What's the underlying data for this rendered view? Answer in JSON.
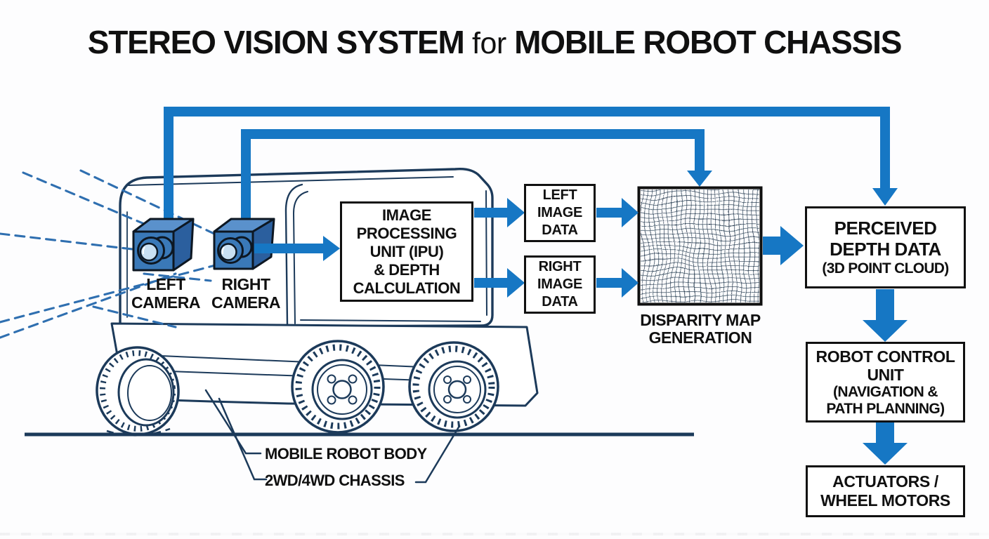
{
  "title": {
    "part1": "STEREO VISION SYSTEM",
    "connector": " for ",
    "part2": "MOBILE ROBOT CHASSIS"
  },
  "cameras": {
    "left_label": "LEFT\nCAMERA",
    "right_label": "RIGHT\nCAMERA"
  },
  "boxes": {
    "ipu": "IMAGE\nPROCESSING\nUNIT (IPU)\n& DEPTH\nCALCULATION",
    "left_image": "LEFT\nIMAGE\nDATA",
    "right_image": "RIGHT\nIMAGE\nDATA",
    "perceived_main": "PERCEIVED\nDEPTH DATA",
    "perceived_sub": "(3D POINT CLOUD)",
    "control_main": "ROBOT CONTROL\nUNIT",
    "control_sub": "(NAVIGATION &\nPATH PLANNING)",
    "actuators": "ACTUATORS /\nWHEEL MOTORS"
  },
  "captions": {
    "disparity": "DISPARITY MAP\nGENERATION",
    "body_label": "MOBILE ROBOT BODY",
    "chassis_label": "2WD/4WD CHASSIS"
  },
  "colors": {
    "arrow_blue": "#1677c4",
    "line_navy": "#1c3a5a",
    "dashed_blue": "#2f6fb0",
    "camera_front": "#3a79b8",
    "camera_top": "#5a91cc",
    "camera_side": "#2b5f9e",
    "lens_glass": "#c9e0f2",
    "box_border": "#101010",
    "text": "#101010"
  }
}
